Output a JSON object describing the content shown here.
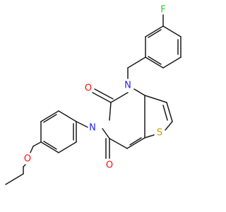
{
  "molecule": {
    "atom_labels": {
      "F": "F",
      "N1": "N",
      "N3": "N",
      "O2": "O",
      "O4": "O",
      "S": "S",
      "O_ether": "O"
    },
    "colors": {
      "bond": "#1a1a1a",
      "F": "#33cc33",
      "N": "#1f1fff",
      "O": "#ff0d0d",
      "S": "#b8a000"
    }
  }
}
